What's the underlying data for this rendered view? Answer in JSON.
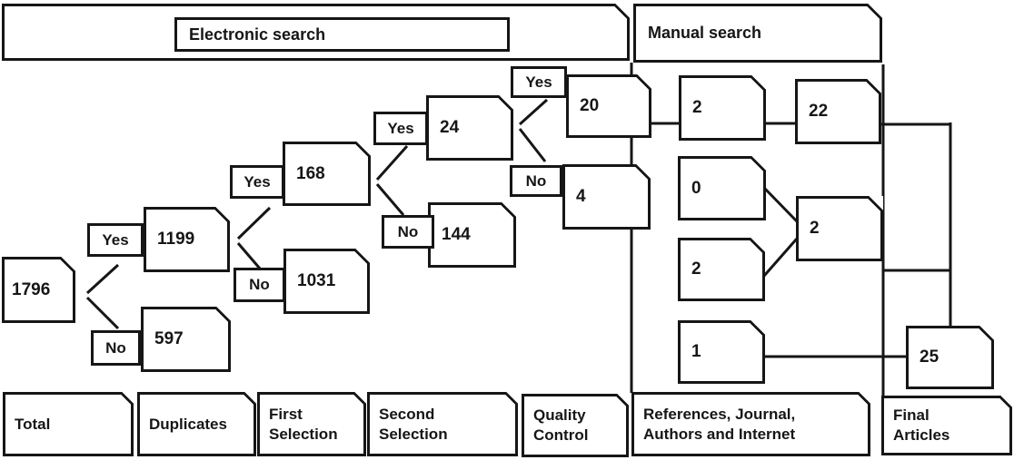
{
  "header": {
    "electronic": "Electronic search",
    "manual": "Manual search"
  },
  "decision": {
    "yes": "Yes",
    "no": "No"
  },
  "nodes": {
    "total": "1796",
    "duplicates_yes": "1199",
    "duplicates_no": "597",
    "first_selection_yes": "168",
    "first_selection_no": "1031",
    "second_selection_yes": "24",
    "second_selection_no": "144",
    "quality_control_yes": "20",
    "quality_control_no": "4",
    "manual_search_found": "2",
    "combined_after_manual": "22",
    "references_found": "0",
    "journal_authors_found": "2",
    "references_merged": "2",
    "internet_found": "1",
    "final_articles": "25"
  },
  "columns": [
    {
      "label": "Total"
    },
    {
      "label": "Duplicates"
    },
    {
      "label": "First\nSelection"
    },
    {
      "label": "Second\nSelection"
    },
    {
      "label": "Quality\nControl"
    },
    {
      "label": "References, Journal,\nAuthors and Internet"
    },
    {
      "label": "Final\nArticles"
    }
  ]
}
